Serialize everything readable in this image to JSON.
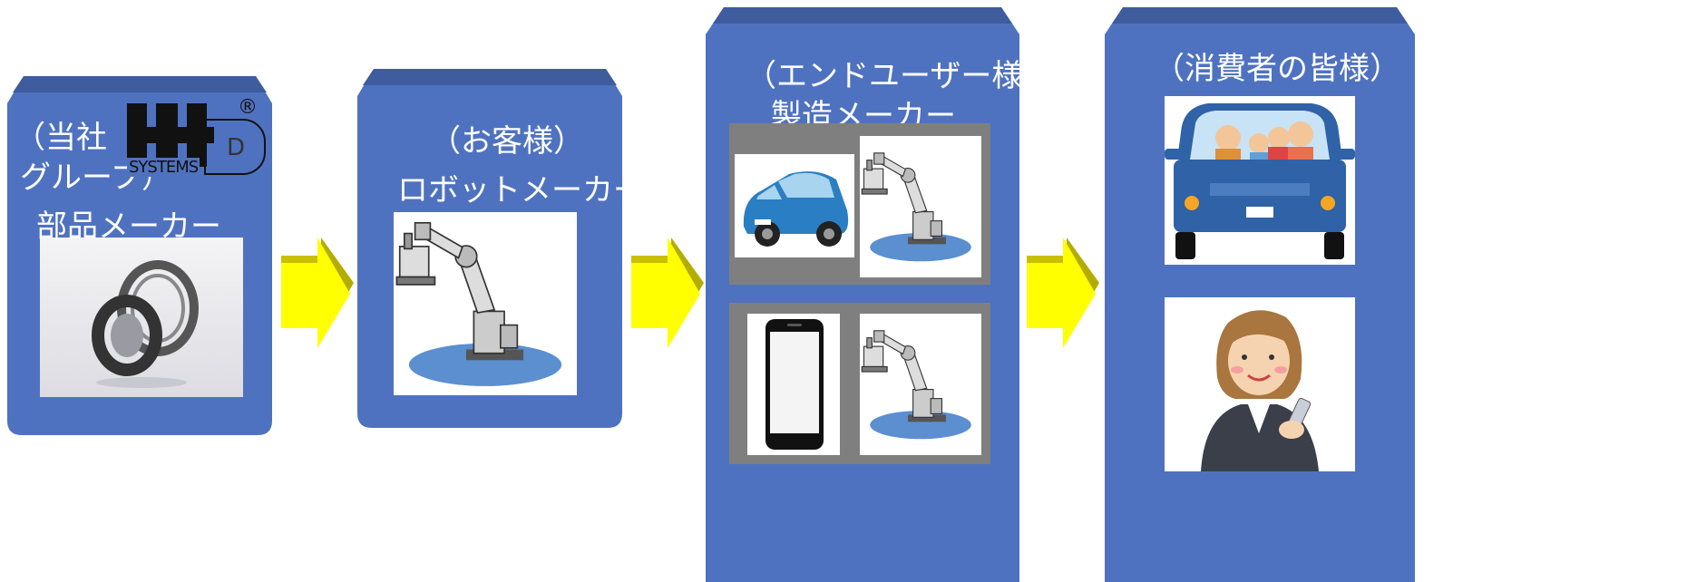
{
  "colors": {
    "box": "#4f72c0",
    "box_top": "#3e5c9e",
    "arrow": "#ffff00",
    "arrow_shade": "#b3ad00",
    "gray_panel": "#7f7f7f"
  },
  "stage1": {
    "line1": "（当社",
    "line2": "グループ）",
    "line3": "部品メーカー",
    "logo_text": "SYSTEMS",
    "logo_mark": "®",
    "logo_letter": "D",
    "image": "bearing-photo"
  },
  "stage2": {
    "line1": "（お客様）",
    "line2": "ロボットメーカー",
    "image": "robot-arm-illustration"
  },
  "stage3": {
    "line1": "（エンドユーザー様）",
    "line2": "製造メーカー",
    "images": [
      "car-illustration",
      "robot-arm-illustration",
      "smartphone-illustration",
      "robot-arm-illustration"
    ]
  },
  "stage4": {
    "line1": "（消費者の皆様）",
    "images": [
      "family-in-car-illustration",
      "woman-with-phone-illustration"
    ]
  }
}
